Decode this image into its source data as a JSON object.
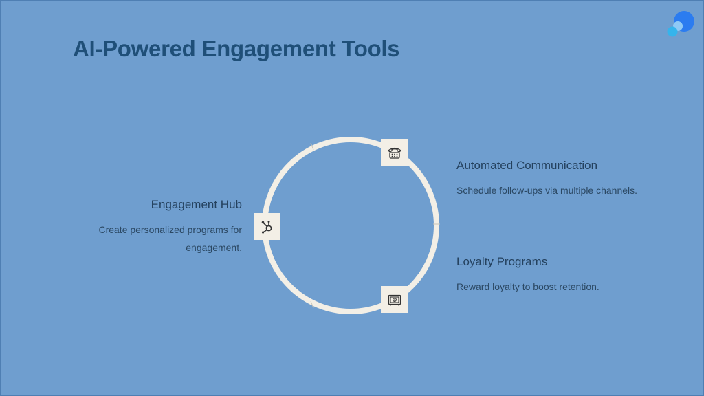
{
  "slide": {
    "title": "AI-Powered Engagement Tools"
  },
  "colors": {
    "background": "#6f9ecf",
    "title": "#1f4f78",
    "ring": "#f3efe6",
    "logo_primary": "#2b7cf0",
    "logo_secondary": "#35b4ec"
  },
  "diagram": {
    "type": "cycle",
    "items": [
      {
        "title": "Engagement Hub",
        "description": "Create personalized programs for engagement.",
        "icon": "hub-network-icon"
      },
      {
        "title": "Automated Communication",
        "description": "Schedule follow-ups via multiple channels.",
        "icon": "telephone-icon"
      },
      {
        "title": "Loyalty Programs",
        "description": "Reward loyalty to boost retention.",
        "icon": "safe-vault-icon"
      }
    ]
  }
}
